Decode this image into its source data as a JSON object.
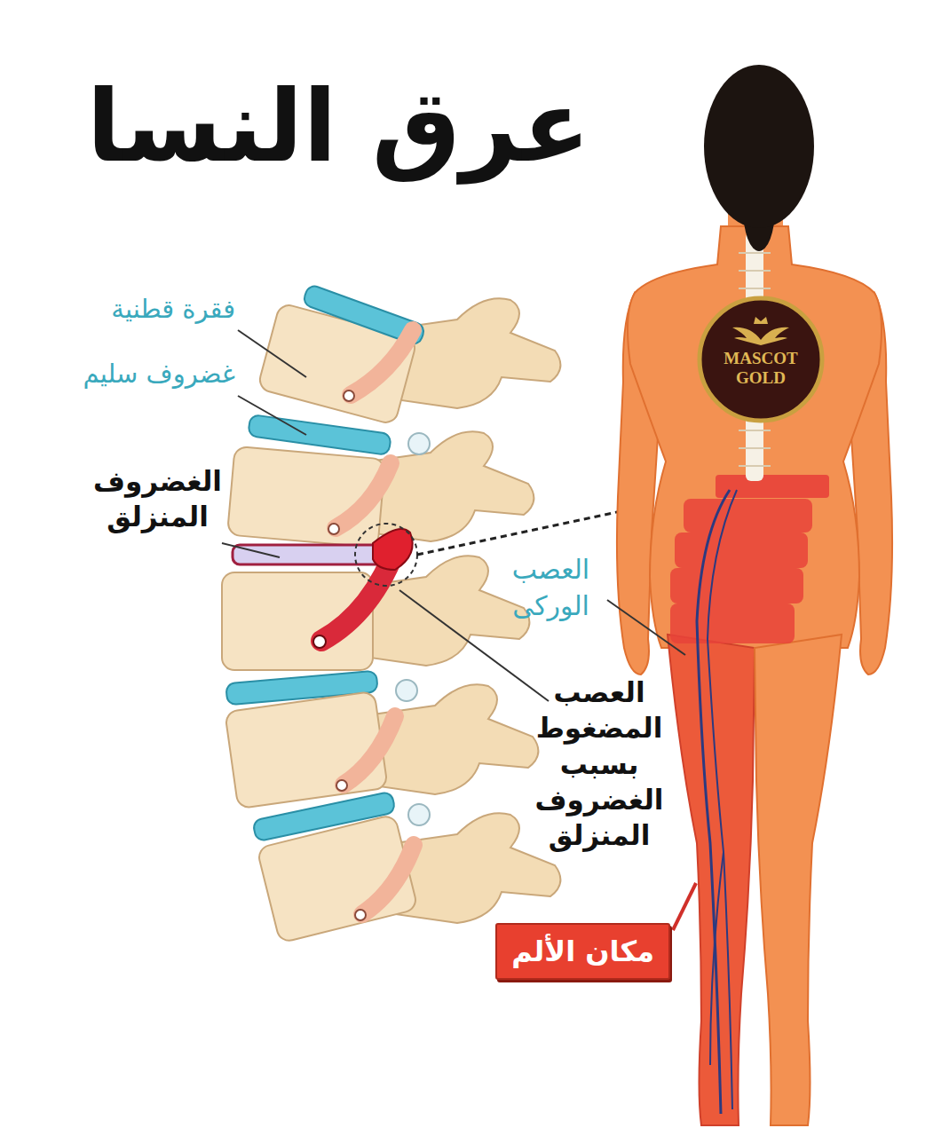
{
  "diagram": {
    "title": "عرق النسا",
    "nodes": [
      {
        "text": [
          "مكان الألم"
        ]
      },
      {
        "text": [
          "MASCOT GOLD"
        ]
      }
    ],
    "labels": [
      "فقرة قطنية",
      "غضروف سليم",
      "الغضروف المنزلق",
      "العصب الوركى",
      "العصب المضغوط بسبب الغضروف المنزلق"
    ]
  }
}
